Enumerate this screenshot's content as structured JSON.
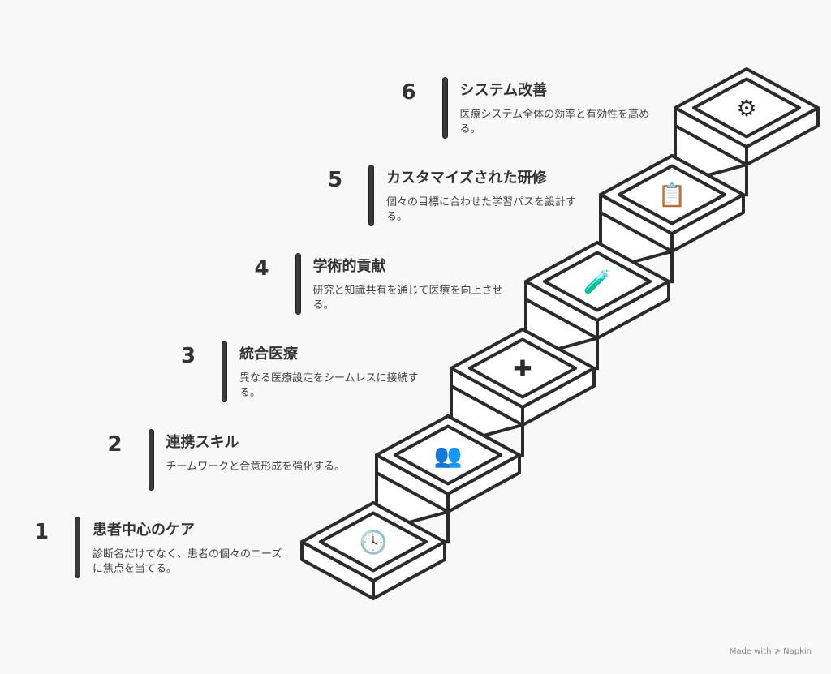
{
  "steps": [
    {
      "number": "1",
      "title": "患者中心のケア",
      "description": "診断名だけでなく、患者の個々のニーズに焦点を当てる。",
      "icon": "patient-consultation-icon"
    },
    {
      "number": "2",
      "title": "連携スキル",
      "description": "チームワークと合意形成を強化する。",
      "icon": "team-collaboration-icon"
    },
    {
      "number": "3",
      "title": "統合医療",
      "description": "異なる医療設定をシームレスに接続する。",
      "icon": "medical-laptop-icon"
    },
    {
      "number": "4",
      "title": "学術的貢献",
      "description": "研究と知識共有を通じて医療を向上させる。",
      "icon": "researcher-icon"
    },
    {
      "number": "5",
      "title": "カスタマイズされた研修",
      "description": "個々の目標に合わせた学習パスを設計する。",
      "icon": "learning-plan-icon"
    },
    {
      "number": "6",
      "title": "システム改善",
      "description": "医療システム全体の効率と有効性を高める。",
      "icon": "system-improvement-icon"
    }
  ],
  "footer": "Made with ≯ Napkin",
  "colors": {
    "stroke": "#2b2b2b",
    "background": "#f8f8f8",
    "face": "#ffffff"
  }
}
